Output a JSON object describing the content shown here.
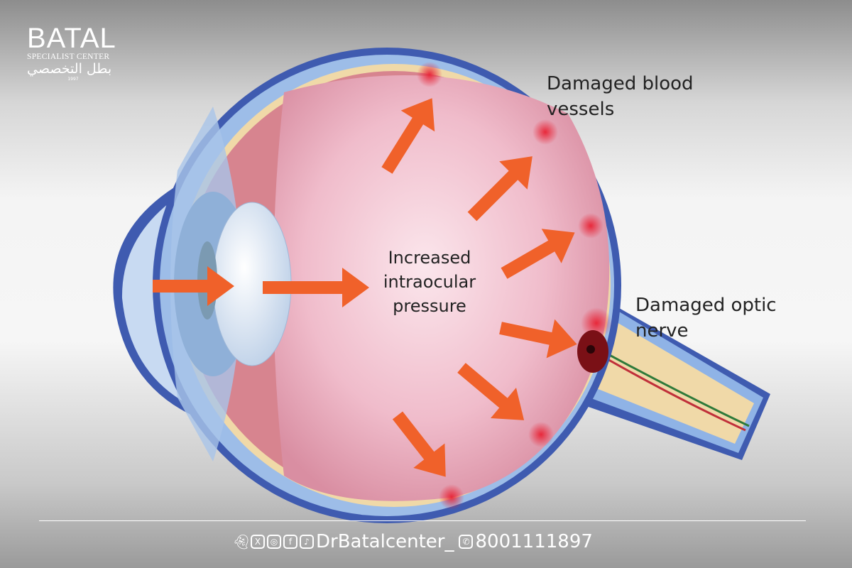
{
  "logo": {
    "brand": "BATAL",
    "subtitle": "SPECIALIST CENTER",
    "arabic": "بطل التخصصي",
    "year": "1997"
  },
  "labels": {
    "damaged_vessels": [
      "Damaged blood",
      "vessels"
    ],
    "damaged_nerve": [
      "Damaged optic",
      "nerve"
    ],
    "pressure": [
      "Increased",
      "intraocular",
      "pressure"
    ]
  },
  "footer": {
    "social_icons": [
      "snapchat-icon",
      "x-icon",
      "instagram-icon",
      "facebook-icon",
      "tiktok-icon"
    ],
    "handle": "DrBatalcenter_",
    "phone_icon": "phone-icon",
    "phone": "8001111897"
  },
  "colors": {
    "arrow": "#f0612a",
    "sclera": "#3f5bb0",
    "vitreous": "#f2c3cf",
    "nerve": "#f0d9a8"
  }
}
